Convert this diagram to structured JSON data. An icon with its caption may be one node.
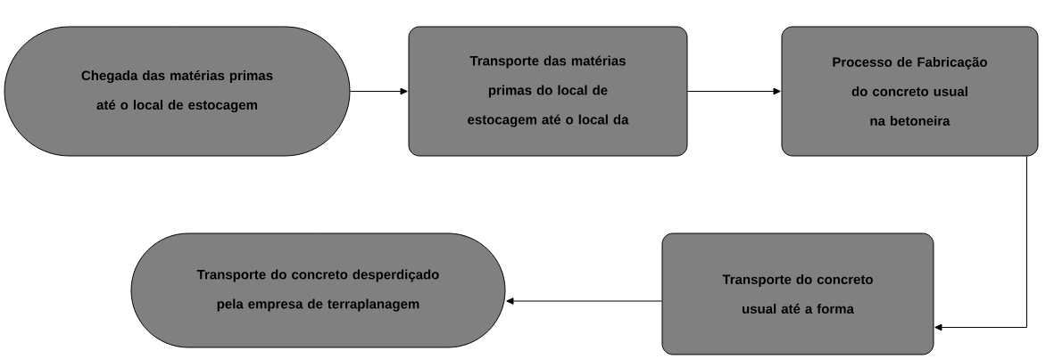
{
  "diagram": {
    "nodes": [
      {
        "text": [
          "Chegada das matérias primas até o local de estocagem"
        ]
      },
      {
        "text": [
          "Transporte das matérias primas do local de estocagem até o local da"
        ]
      },
      {
        "text": [
          "Processo de Fabricação do concreto usual na betoneira"
        ]
      },
      {
        "text": [
          "Transporte do concreto usual até a forma"
        ]
      },
      {
        "text": [
          "Transporte do concreto desperdiçado pela empresa de terraplanagem"
        ]
      }
    ],
    "edges": [
      {
        "from": 0,
        "to": 1,
        "arrow": "to"
      },
      {
        "from": 1,
        "to": 2,
        "arrow": "to"
      },
      {
        "from": 2,
        "to": 3,
        "arrow": "to"
      },
      {
        "from": 3,
        "to": 4,
        "arrow": "to"
      }
    ]
  }
}
